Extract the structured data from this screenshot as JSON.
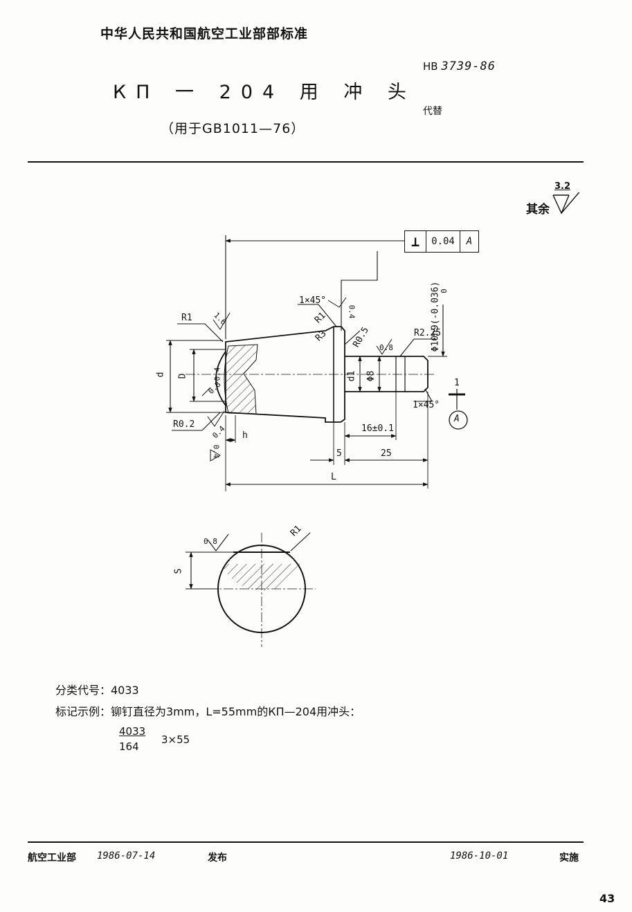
{
  "header": {
    "organization": "中华人民共和国航空工业部部标准",
    "standard_prefix": "HB",
    "standard_number": "3739-86",
    "title": "КП 一 204 用 冲 头",
    "subtitle": "（用于GB1011—76）",
    "replaces_label": "代替"
  },
  "roughness": {
    "rest_label": "其余",
    "rest_value": "3.2"
  },
  "tolerance_frame": {
    "symbol": "⊥",
    "value": "0.04",
    "datum": "A"
  },
  "drawing": {
    "radius_r1": "R1",
    "radius_r1_section": "R1",
    "radius_r02": "R0.2",
    "radius_r05": "R0.5",
    "radius_r225": "R2.25",
    "radius_r3": "R3",
    "radius_r1_fillet": "R1",
    "chamfer_top": "1×45°",
    "chamfer_pin": "1×45°",
    "dim_d": "d",
    "dim_D": "D",
    "dim_d1": "d1",
    "dim_phi8": "Φ8",
    "dim_h": "h",
    "dim_L": "L",
    "dim_5": "5",
    "dim_25": "25",
    "dim_16": "16±0.1",
    "dim_phi10": "Φ10h9(-0.036)",
    "dim_phi10_upper": "0",
    "dim_S": "S",
    "datum_letter": "A",
    "section_mark": "1",
    "rough_08a": "0.8",
    "rough_08b": "0.8",
    "rough_08c": "0.8",
    "rough_16a": "1.6",
    "rough_04a": "0.4",
    "rough_04b": "0.4",
    "rough_04c": "0.4",
    "rough_04d": "0.4"
  },
  "info": {
    "classification": "分类代号：4033",
    "marking_example": "标记示例：铆钉直径为3mm，L=55mm的КП—204用冲头：",
    "fraction_numerator": "4033",
    "fraction_denominator": "164",
    "fraction_size": "3×55"
  },
  "footer": {
    "issuer": "航空工业部",
    "issue_date": "1986-07-14",
    "issue_label": "发布",
    "impl_date": "1986-10-01",
    "impl_label": "实施"
  },
  "page_number": "43"
}
